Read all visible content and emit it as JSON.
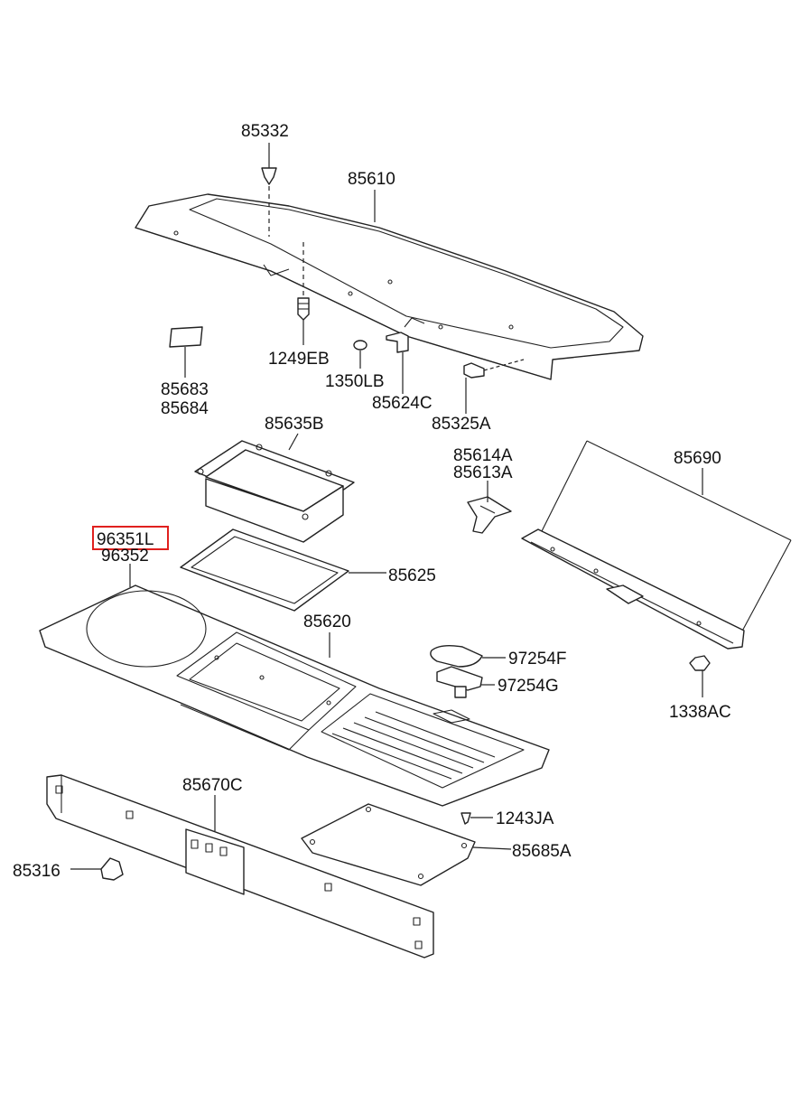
{
  "labels": {
    "p85332": "85332",
    "p85610": "85610",
    "p1249EB": "1249EB",
    "p1350LB": "1350LB",
    "p85624C": "85624C",
    "p85325A": "85325A",
    "p85683": "85683",
    "p85684": "85684",
    "p85635B": "85635B",
    "p85614A": "85614A",
    "p85613A": "85613A",
    "p85690": "85690",
    "p96351L": "96351L",
    "p96352": "96352",
    "p85625": "85625",
    "p85620": "85620",
    "p97254F": "97254F",
    "p97254G": "97254G",
    "p1338AC": "1338AC",
    "p85670C": "85670C",
    "p1243JA": "1243JA",
    "p85685A": "85685A",
    "p85316": "85316"
  },
  "highlight": {
    "part": "96351L",
    "color": "#e0201e"
  }
}
